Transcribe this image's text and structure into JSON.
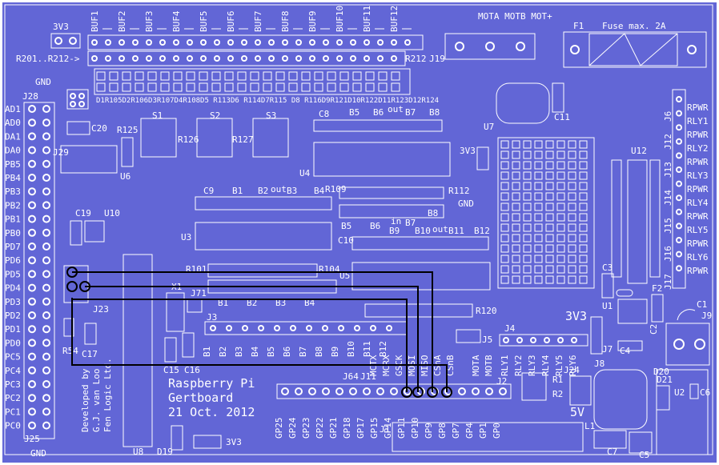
{
  "colors": {
    "board": "#6266d6",
    "silk": "#ffffff",
    "wire": "#000000"
  },
  "top_labels": {
    "v3": "3V3",
    "r_range": "R201..R212->",
    "r212": "R212",
    "j19": "J19",
    "mota": "MOTA MOTB MOT+",
    "f1": "F1",
    "fuse": "Fuse max. 2A"
  },
  "buf_labels": [
    "BUF1",
    "BUF2",
    "BUF3",
    "BUF4",
    "BUF5",
    "BUF6",
    "BUF7",
    "BUF8",
    "BUF9",
    "BUF10",
    "BUF11",
    "BUF12"
  ],
  "d_row": "D1R105D2R106D3R107D4R108D5 R113D6 R114D7R115 D8 R116D9R121D10R122D11R123D12R124",
  "left_labels": {
    "gnd": "GND",
    "j28": "J28",
    "pins": [
      "AD1",
      "AD0",
      "DA1",
      "DA0",
      "PB5",
      "PB4",
      "PB3",
      "PB2",
      "PB1",
      "PB0",
      "PD7",
      "PD6",
      "PD5",
      "PD4",
      "PD3",
      "PD2",
      "PD1",
      "PD0",
      "PC5",
      "PC4",
      "PC3",
      "PC2",
      "PC1",
      "PC0"
    ],
    "j25": "J25",
    "gnd_bottom": "GND",
    "j29": "J29",
    "j23": "J23"
  },
  "component_labels": {
    "c20": "C20",
    "r125": "R125",
    "s1": "S1",
    "s2": "S2",
    "s3": "S3",
    "r126": "R126",
    "r127": "R127",
    "u6": "U6",
    "u4": "U4",
    "c8": "C8",
    "out": "out",
    "b5": "B5",
    "b6": "B6",
    "b7": "B7",
    "b8": "B8",
    "u7": "U7",
    "c11": "C11",
    "v3b": "3V3",
    "c19": "C19",
    "u10": "U10",
    "c9": "C9",
    "b1": "B1",
    "b2": "B2",
    "b3": "B3",
    "b4": "B4",
    "r109": "R109",
    "r112": "R112",
    "gnd": "GND",
    "in": "in",
    "c10": "C10",
    "b9": "B9",
    "b10": "B10",
    "b11": "B11",
    "b12": "B12",
    "u3": "U3",
    "r101": "R101",
    "r104": "R104",
    "u5": "U5",
    "x1": "X1",
    "j71": "J71",
    "j3": "J3",
    "r120": "R120",
    "u8": "U8",
    "c15": "C15",
    "c16": "C16",
    "c17": "C17",
    "r54": "R54",
    "d19": "D19",
    "v3c": "3V3",
    "j64": "J64",
    "j11": "J11",
    "j1": "J1",
    "j2": "J2",
    "j4": "J4",
    "j5": "J5",
    "j7": "J7",
    "c4": "C4",
    "c3": "C3",
    "u1": "U1",
    "f2": "F2",
    "c1": "C1",
    "c2": "C2",
    "j9": "J9",
    "u12": "U12",
    "j8": "J8",
    "d20": "D20",
    "d21": "D21",
    "u2": "U2",
    "c6": "C6",
    "j24": "J24",
    "r1": "R1",
    "r2": "R2",
    "l1": "L1",
    "c7": "C7",
    "c5": "C5",
    "v5": "5V",
    "v3d": "3V3"
  },
  "b_row": [
    "B1",
    "B2",
    "B3",
    "B4",
    "B5",
    "B6",
    "B7",
    "B8",
    "B9",
    "B10",
    "B11",
    "B12"
  ],
  "mid_b": [
    "B1",
    "B2",
    "B3",
    "B4"
  ],
  "gp_row": [
    "GP25",
    "GP24",
    "GP23",
    "GP22",
    "GP21",
    "GP18",
    "GP17",
    "GP15",
    "GP14",
    "GP11",
    "GP10",
    "GP9",
    "GP8",
    "GP7",
    "GP4",
    "GP1",
    "GP0"
  ],
  "spi_labels": [
    "MCTX",
    "MCRX",
    "GSCK",
    "MOSI",
    "MISO",
    "CSnA",
    "CSnB"
  ],
  "mot_labels": [
    "MOTA",
    "MOTB"
  ],
  "rly_row": [
    "RLY1",
    "RLY2",
    "RLY3",
    "RLY4",
    "RLY5",
    "RLY6"
  ],
  "right_rly": [
    "RPWR",
    "RLY1",
    "RPWR",
    "RLY2",
    "RPWR",
    "RLY3",
    "RPWR",
    "RLY4",
    "RPWR",
    "RLY5",
    "RPWR",
    "RLY6",
    "RPWR"
  ],
  "right_j": [
    "J6",
    "J12",
    "J13",
    "J14",
    "J15",
    "J16",
    "J17"
  ],
  "title": [
    "Raspberry Pi",
    "Gertboard",
    "21 Oct. 2012"
  ],
  "credit": [
    "Developed by",
    "G.J. van Loo",
    "Fen Logic Ltd."
  ]
}
